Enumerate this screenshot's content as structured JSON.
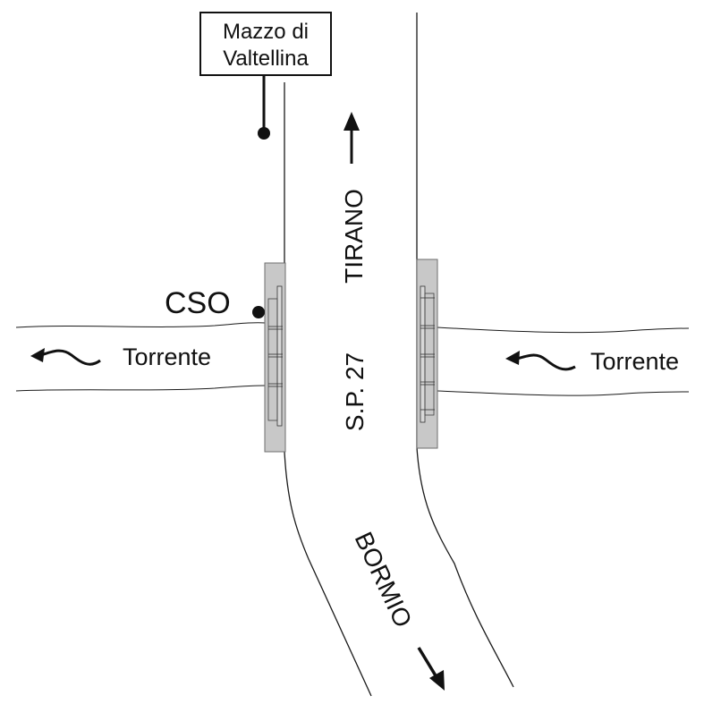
{
  "labels": {
    "town": [
      "Mazzo di",
      "Valtellina"
    ],
    "cso": "CSO",
    "torrente_left": "Torrente",
    "torrente_right": "Torrente",
    "road_north": "TIRANO",
    "road_name": "S.P. 27",
    "road_south": "BORMIO"
  },
  "colors": {
    "line": "#1a1a1a",
    "bridge_fill": "#c8c8c8",
    "bridge_stroke": "#6e6e6e",
    "background": "#ffffff"
  }
}
